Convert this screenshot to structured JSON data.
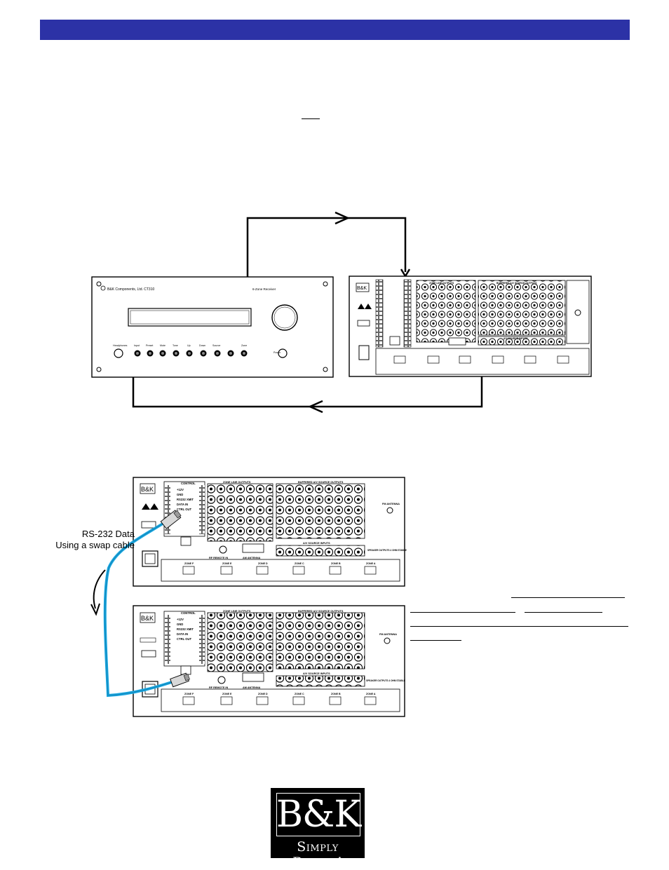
{
  "header": {
    "color": "#2c32a6"
  },
  "labels": {
    "rs232_line1": "RS-232 Data",
    "rs232_line2": "Using a swap cable"
  },
  "logo": {
    "wordmark": "B&K",
    "tagline": "Simply Better!"
  },
  "colors": {
    "cable": "#19a6e0",
    "ink": "#000000"
  },
  "front_panel": {
    "maker": "B&K Components, Ltd.   CT310",
    "model_right": "6-Zone Receiver",
    "buttons": [
      "Headphones",
      "Input",
      "Preset",
      "Mute",
      "Tone",
      "Up",
      "Down",
      "Source",
      "Zone"
    ],
    "power": "Power"
  },
  "rear_panel": {
    "brand": "B&K",
    "sections": [
      "CONTROL",
      "ZONE LINE OUTPUTS",
      "BUFFERED A/V SOURCE OUTPUTS",
      "A/V SOURCE INPUTS"
    ],
    "fm": "FM ANTENNA",
    "am": "AM ANTENNA",
    "rf": "RF REMOTE IN",
    "speaker": "SPEAKER OUTPUTS 4 OHM STABLE",
    "zones": [
      "ZONE F",
      "ZONE E",
      "ZONE D",
      "ZONE C",
      "ZONE B",
      "ZONE A"
    ],
    "control_lines": [
      "+12V",
      "GND",
      "RS232 XMIT",
      "DATA IN",
      "CTRL OUT"
    ]
  }
}
